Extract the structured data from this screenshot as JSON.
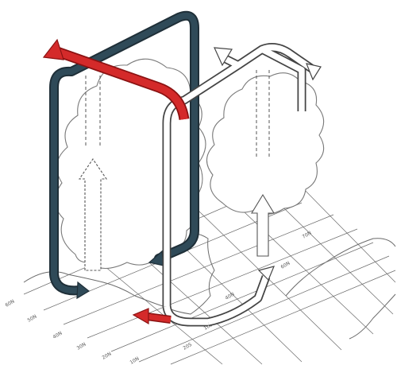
{
  "figure": {
    "grid_labels_left": [
      "60N",
      "50N",
      "40N",
      "30N",
      "20N",
      "10N"
    ],
    "grid_labels_right": [
      "70N",
      "60N",
      "40N",
      "10S",
      "20S"
    ],
    "colors": {
      "dark_cell_loop": "#2f4a58",
      "red_return_flow": "#d42a2a",
      "white_cell_loop": "#ffffff",
      "outline": "#555555",
      "cloud_outline": "#7a7a7a",
      "grid": "#6a6a6a"
    },
    "icons": [
      "circulation-loop-arrow",
      "updraft-arrow",
      "downdraft-arrow",
      "cumulus-cloud"
    ]
  }
}
